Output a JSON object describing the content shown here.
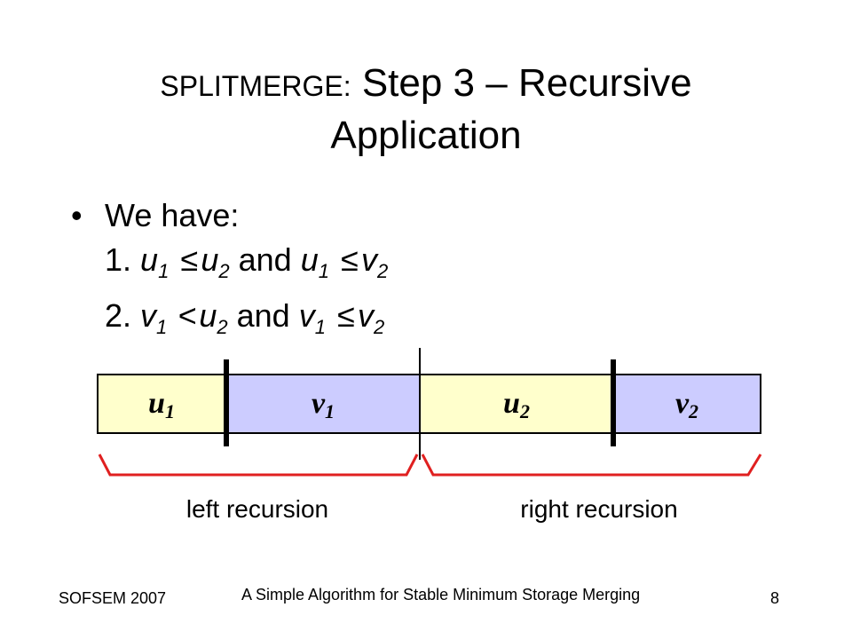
{
  "title": {
    "prefix": "SPLITMERGE:",
    "main": "Step 3 – Recursive",
    "line2": "Application"
  },
  "bullet": {
    "marker": "•",
    "intro": "We have:",
    "item1": {
      "num": "1.",
      "a": "u",
      "a_sub": "1",
      "rel1": "≤",
      "b": "u",
      "b_sub": "2",
      "conj": "and",
      "c": "u",
      "c_sub": "1",
      "rel2": "≤",
      "d": "v",
      "d_sub": "2"
    },
    "item2": {
      "num": "2.",
      "a": "v",
      "a_sub": "1",
      "rel1": "<",
      "b": "u",
      "b_sub": "2",
      "conj": "and",
      "c": "v",
      "c_sub": "1",
      "rel2": "≤",
      "d": "v",
      "d_sub": "2"
    }
  },
  "segments": [
    {
      "label": "u",
      "sub": "1",
      "color": "#ffffcc"
    },
    {
      "label": "v",
      "sub": "1",
      "color": "#ccccff"
    },
    {
      "label": "u",
      "sub": "2",
      "color": "#ffffcc"
    },
    {
      "label": "v",
      "sub": "2",
      "color": "#ccccff"
    }
  ],
  "brace_color": "#e02020",
  "recursion": {
    "left": "left recursion",
    "right": "right recursion"
  },
  "footer": {
    "left": "SOFSEM 2007",
    "center": "A Simple Algorithm for Stable Minimum Storage Merging",
    "page": "8"
  }
}
